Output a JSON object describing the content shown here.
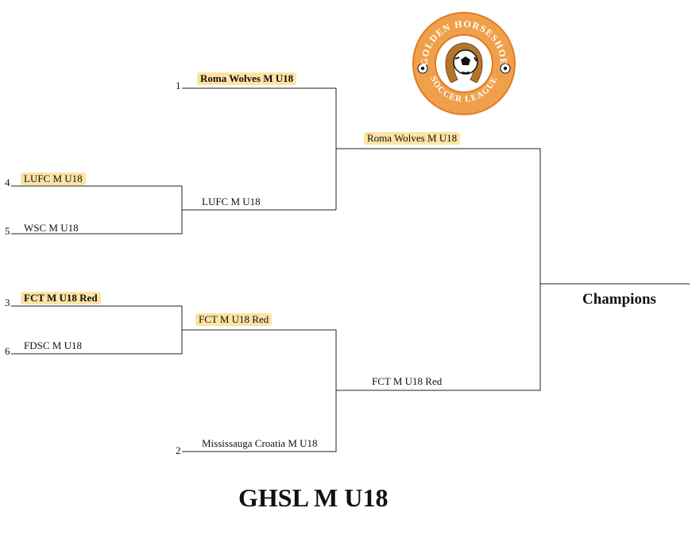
{
  "title": "GHSL M U18",
  "champions_label": "Champions",
  "logo": {
    "top_text": "GOLDEN HORSESHOE",
    "bottom_text": "SOCCER LEAGUE",
    "colors": {
      "ring": "#f0a04b",
      "ring_dark": "#e07c24",
      "horseshoe": "#b5742b"
    }
  },
  "highlight_color": "#fde3a4",
  "round1": [
    {
      "seed": "4",
      "team": "LUFC M U18",
      "winner": true
    },
    {
      "seed": "5",
      "team": "WSC M U18",
      "winner": false
    },
    {
      "seed": "3",
      "team": "FCT M U18 Red",
      "winner": true
    },
    {
      "seed": "6",
      "team": "FDSC M U18",
      "winner": false
    }
  ],
  "round2": [
    {
      "seed": "1",
      "team": "Roma Wolves M U18",
      "winner": true
    },
    {
      "seed": "",
      "team": "LUFC M U18",
      "winner": false
    },
    {
      "seed": "",
      "team": "FCT M U18 Red",
      "winner": true
    },
    {
      "seed": "2",
      "team": "Mississauga Croatia M U18",
      "winner": false
    }
  ],
  "round3": [
    {
      "team": "Roma Wolves M U18",
      "winner": true
    },
    {
      "team": "FCT M U18 Red",
      "winner": false
    }
  ]
}
